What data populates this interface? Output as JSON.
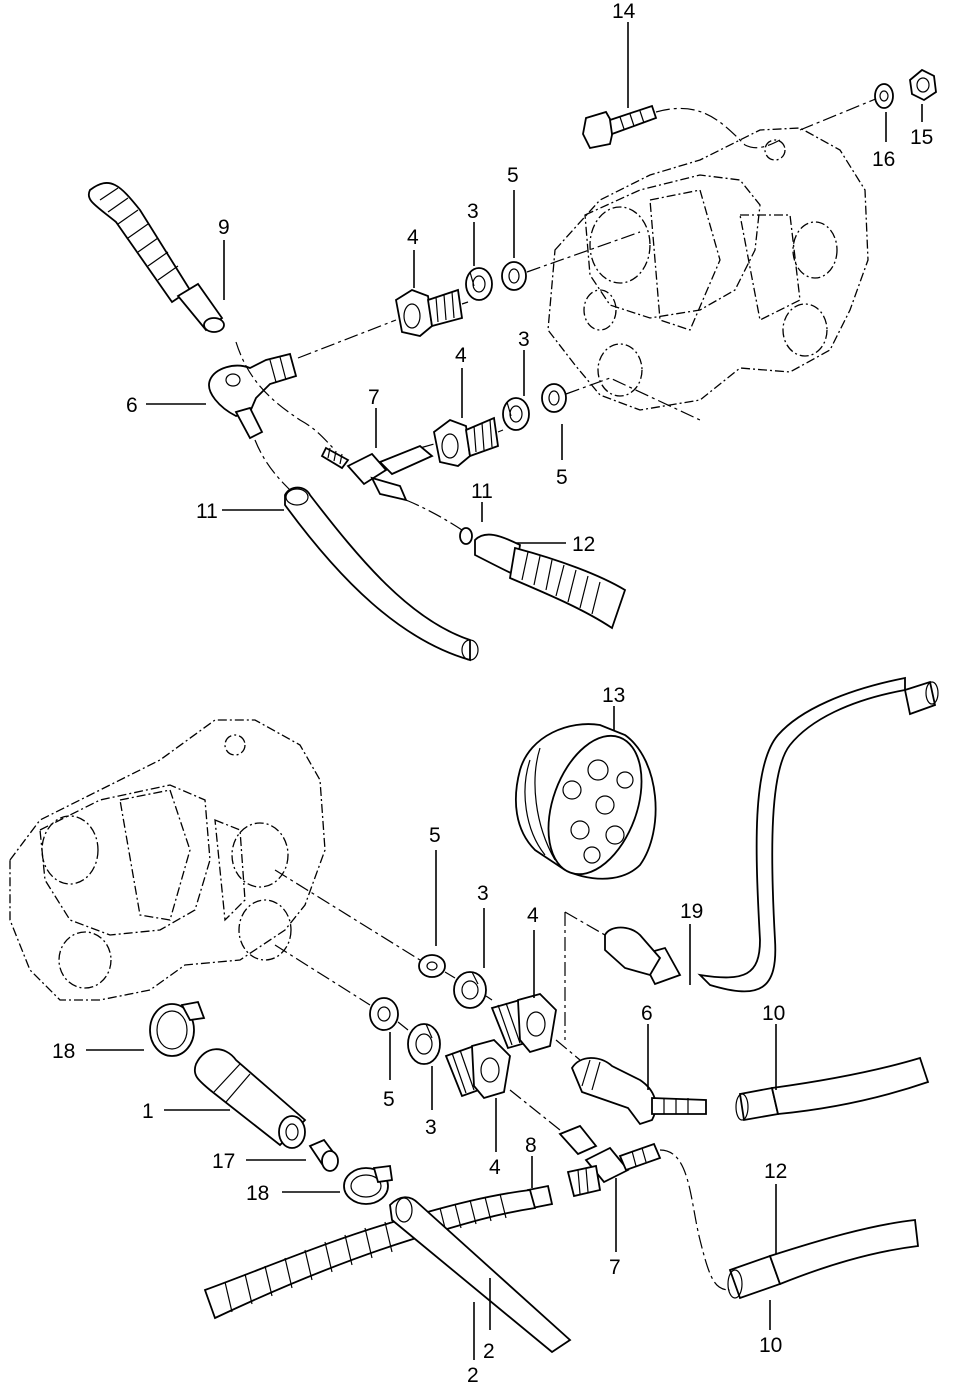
{
  "callouts": {
    "top": {
      "c14": "14",
      "c15": "15",
      "c16": "16",
      "c9": "9",
      "c5a": "5",
      "c3a": "3",
      "c4a": "4",
      "c3b": "3",
      "c4b": "4",
      "c5b": "5",
      "c6": "6",
      "c7": "7",
      "c11a": "11",
      "c11b": "11",
      "c12": "12"
    },
    "bottom": {
      "c13": "13",
      "c5a": "5",
      "c3a": "3",
      "c4a": "4",
      "c19": "19",
      "c18a": "18",
      "c6": "6",
      "c10a": "10",
      "c1": "1",
      "c5b": "5",
      "c3b": "3",
      "c4b": "4",
      "c8": "8",
      "c17": "17",
      "c18b": "18",
      "c12": "12",
      "c7": "7",
      "c2a": "2",
      "c2b": "2",
      "c10b": "10"
    }
  }
}
